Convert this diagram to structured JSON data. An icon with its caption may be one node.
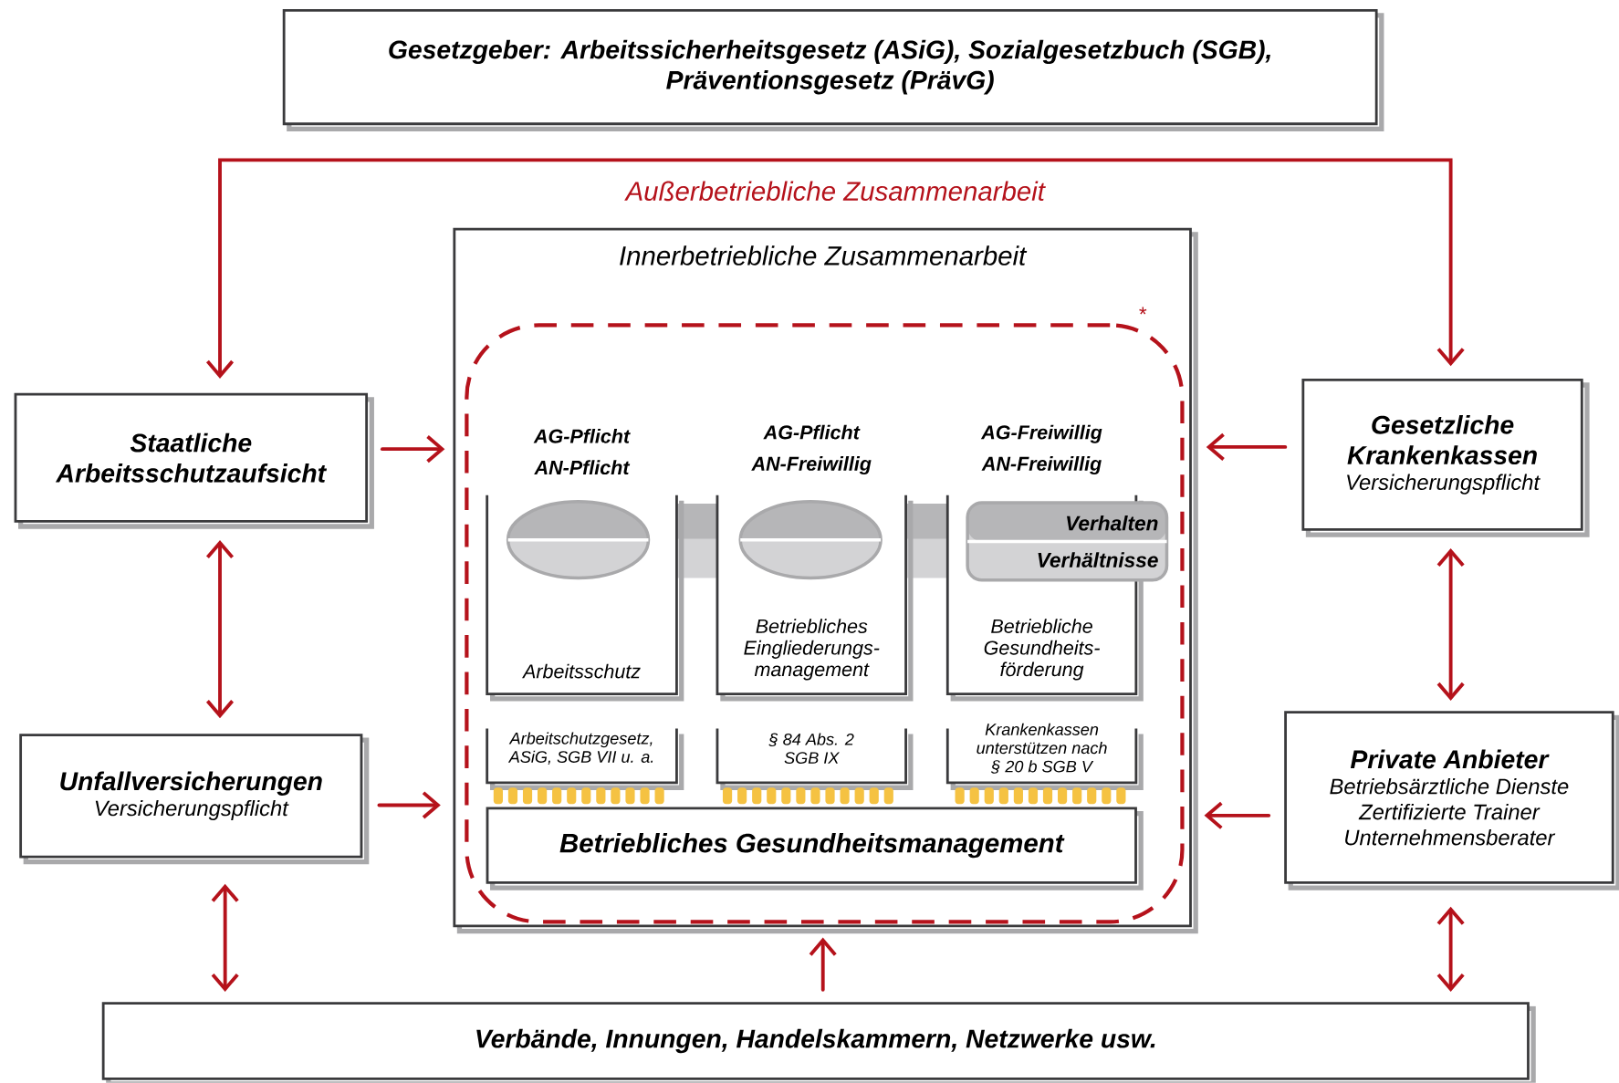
{
  "diagram": {
    "nodes": [
      {
        "text": [
          "Gesetzgeber: Arbeitssicherheitsgesetz (ASiG), Sozialgesetzbuch (SGB), Präventionsgesetz (PrävG)"
        ]
      },
      {
        "text": [
          "Staatliche Arbeitsschutzaufsicht"
        ]
      },
      {
        "text": [
          "Unfallversicherungen",
          "Versicherungspflicht"
        ]
      },
      {
        "text": [
          "Gesetzliche Krankenkassen",
          "Versicherungspflicht"
        ]
      },
      {
        "text": [
          "Private Anbieter",
          "Betriebsärztliche Dienste",
          "Zertifizierte Trainer",
          "Unternehmensberater"
        ]
      },
      {
        "text": [
          "Verbände, Innungen, Handelskammern, Netzwerke usw."
        ]
      },
      {
        "text": [
          "Innerbetriebliche Zusammenarbeit"
        ]
      },
      {
        "text": [],
        "shape": "box",
        "beside": [
          "*"
        ],
        "in": 6
      },
      {
        "text": [
          "AG-Pflicht AN-Pflicht",
          "Arbeitsschutz"
        ],
        "in": 7
      },
      {
        "text": [],
        "shape": "ellipse",
        "in": 8
      },
      {
        "text": [
          "AG-Pflicht AN-Freiwillig",
          "Betriebliches Eingliederungs-management"
        ],
        "in": 7
      },
      {
        "text": [],
        "shape": "ellipse",
        "in": 10
      },
      {
        "text": [
          "AG-Freiwillig AN-Freiwillig",
          "Betriebliche Gesundheits-förderung"
        ],
        "in": 7
      },
      {
        "text": [
          "Verhalten",
          "Verhältnisse"
        ],
        "in": 7
      },
      {
        "text": [
          "Arbeitschutzgesetz, ASiG, SGB VII u. a."
        ],
        "in": 7
      },
      {
        "text": [
          "§ 84 Abs. 2 SGB IX"
        ],
        "in": 7
      },
      {
        "text": [
          "Krankenkassen unterstützen nach § 20 b SGB V"
        ],
        "in": 7
      },
      {
        "text": [
          "Betriebliches Gesundheitsmanagement"
        ],
        "in": 7
      }
    ],
    "edges": [
      {
        "from": 1,
        "to": 3,
        "arrow": "both",
        "label": "Außerbetriebliche Zusammenarbeit"
      },
      {
        "from": 1,
        "to": 6,
        "arrow": "to"
      },
      {
        "from": 3,
        "to": 6,
        "arrow": "to"
      },
      {
        "from": 2,
        "to": 6,
        "arrow": "to"
      },
      {
        "from": 4,
        "to": 6,
        "arrow": "to"
      },
      {
        "from": 5,
        "to": 6,
        "arrow": "to"
      },
      {
        "from": 1,
        "to": 2,
        "arrow": "both"
      },
      {
        "from": 3,
        "to": 4,
        "arrow": "both"
      },
      {
        "from": 2,
        "to": 5,
        "arrow": "both"
      },
      {
        "from": 4,
        "to": 5,
        "arrow": "both"
      }
    ]
  }
}
